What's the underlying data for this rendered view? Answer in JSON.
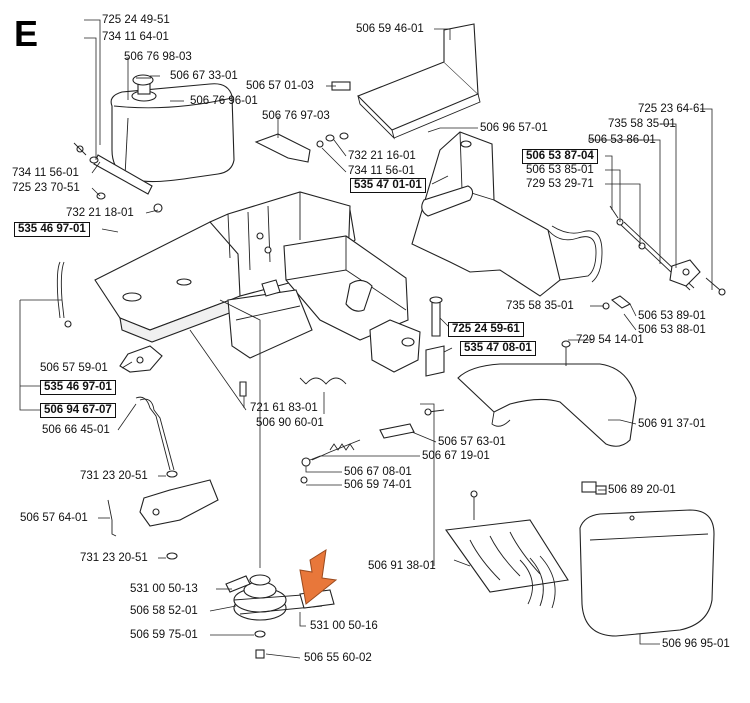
{
  "section_letter": "E",
  "parts": [
    {
      "id": "p01",
      "number": "725 24 49-51",
      "boxed": false
    },
    {
      "id": "p02",
      "number": "734 11 64-01",
      "boxed": false
    },
    {
      "id": "p03",
      "number": "506 76 98-03",
      "boxed": false
    },
    {
      "id": "p04",
      "number": "506 67 33-01",
      "boxed": false
    },
    {
      "id": "p05",
      "number": "506 76 96-01",
      "boxed": false
    },
    {
      "id": "p06",
      "number": "506 59 46-01",
      "boxed": false
    },
    {
      "id": "p07",
      "number": "506 57 01-03",
      "boxed": false
    },
    {
      "id": "p08",
      "number": "506 76 97-03",
      "boxed": false
    },
    {
      "id": "p09",
      "number": "732 21 16-01",
      "boxed": false
    },
    {
      "id": "p10",
      "number": "734 11 56-01",
      "boxed": false
    },
    {
      "id": "p11",
      "number": "734 11 56-01",
      "boxed": false
    },
    {
      "id": "p12",
      "number": "725 23 70-51",
      "boxed": false
    },
    {
      "id": "p13",
      "number": "732 21 18-01",
      "boxed": false
    },
    {
      "id": "p14",
      "number": "535 46 97-01",
      "boxed": true
    },
    {
      "id": "p15",
      "number": "506 96 57-01",
      "boxed": false
    },
    {
      "id": "p16",
      "number": "535 47 01-01",
      "boxed": true
    },
    {
      "id": "p17",
      "number": "725 23 64-61",
      "boxed": false
    },
    {
      "id": "p18",
      "number": "735 58 35-01",
      "boxed": false
    },
    {
      "id": "p19",
      "number": "506 53 86-01",
      "boxed": false
    },
    {
      "id": "p20",
      "number": "506 53 87-04",
      "boxed": true
    },
    {
      "id": "p21",
      "number": "506 53 85-01",
      "boxed": false
    },
    {
      "id": "p22",
      "number": "729 53 29-71",
      "boxed": false
    },
    {
      "id": "p23",
      "number": "735 58 35-01",
      "boxed": false
    },
    {
      "id": "p24",
      "number": "506 53 89-01",
      "boxed": false
    },
    {
      "id": "p25",
      "number": "506 53 88-01",
      "boxed": false
    },
    {
      "id": "p26",
      "number": "725 24 59-61",
      "boxed": true
    },
    {
      "id": "p27",
      "number": "535 47 08-01",
      "boxed": true
    },
    {
      "id": "p28",
      "number": "729 54 14-01",
      "boxed": false
    },
    {
      "id": "p29",
      "number": "506 57 59-01",
      "boxed": false
    },
    {
      "id": "p30",
      "number": "535 46 97-01",
      "boxed": true
    },
    {
      "id": "p31",
      "number": "506 94 67-07",
      "boxed": true
    },
    {
      "id": "p32",
      "number": "721 61 83-01",
      "boxed": false
    },
    {
      "id": "p33",
      "number": "506 90 60-01",
      "boxed": false
    },
    {
      "id": "p34",
      "number": "506 91 37-01",
      "boxed": false
    },
    {
      "id": "p35",
      "number": "506 66 45-01",
      "boxed": false
    },
    {
      "id": "p36",
      "number": "506 57 63-01",
      "boxed": false
    },
    {
      "id": "p37",
      "number": "506 67 19-01",
      "boxed": false
    },
    {
      "id": "p38",
      "number": "506 67 08-01",
      "boxed": false
    },
    {
      "id": "p39",
      "number": "506 59 74-01",
      "boxed": false
    },
    {
      "id": "p40",
      "number": "731 23 20-51",
      "boxed": false
    },
    {
      "id": "p41",
      "number": "506 57 64-01",
      "boxed": false
    },
    {
      "id": "p42",
      "number": "731 23 20-51",
      "boxed": false
    },
    {
      "id": "p43",
      "number": "506 89 20-01",
      "boxed": false
    },
    {
      "id": "p44",
      "number": "506 91 38-01",
      "boxed": false
    },
    {
      "id": "p45",
      "number": "531 00 50-13",
      "boxed": false
    },
    {
      "id": "p46",
      "number": "506 58 52-01",
      "boxed": false
    },
    {
      "id": "p47",
      "number": "531 00 50-16",
      "boxed": false
    },
    {
      "id": "p48",
      "number": "506 59 75-01",
      "boxed": false
    },
    {
      "id": "p49",
      "number": "506 55 60-02",
      "boxed": false
    },
    {
      "id": "p50",
      "number": "506 96 95-01",
      "boxed": false
    }
  ],
  "colors": {
    "ink": "#111111",
    "pointer_arrow": "#e8773a",
    "background": "#ffffff"
  },
  "icons": [
    "pointer-arrow-icon"
  ]
}
